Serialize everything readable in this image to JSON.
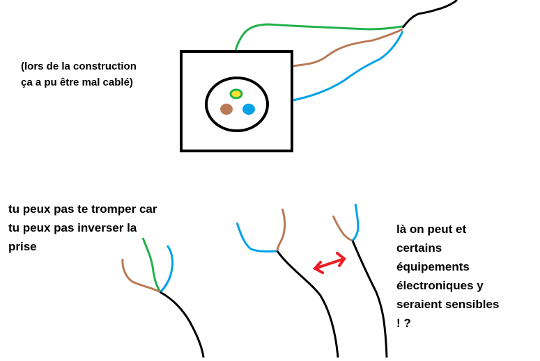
{
  "notes": {
    "top": "(lors de la construction\nça a pu être mal cablé)",
    "left": "tu peux pas te tromper car\ntu peux pas inverser la\nprise",
    "right": "là on peut et\ncertains\néquipements\nélectroniques y\nseraient sensibles\n! ?"
  },
  "colors": {
    "ground": "#22b14c",
    "ground_center": "#ffe135",
    "phase": "#b97a57",
    "neutral": "#00a2e8",
    "cable": "#000000",
    "arrow": "#ed1c24"
  }
}
